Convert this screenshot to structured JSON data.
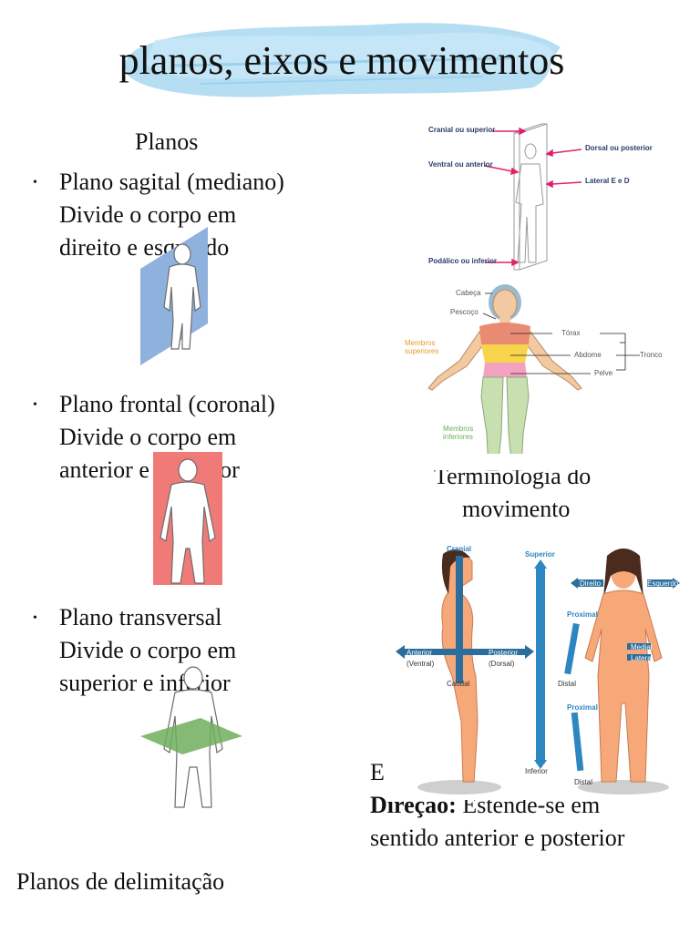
{
  "page": {
    "title": "planos, eixos e movimentos",
    "planes_heading": "Planos",
    "footer_label": "Planos de delimitação"
  },
  "planes": [
    {
      "bullet": "•",
      "name": "Plano sagital (mediano)",
      "line2": "Divide o corpo em",
      "line3": "direito e esquerdo",
      "color": "#8fb1de"
    },
    {
      "bullet": "•",
      "name": "Plano frontal (coronal)",
      "line2": "Divide o corpo em",
      "line3": "anterior e posterior",
      "color": "#f07a78"
    },
    {
      "bullet": "•",
      "name": "Plano transversal",
      "line2": "Divide o corpo em",
      "line3": "superior e inferior",
      "color": "#6fae5a"
    }
  ],
  "orientation_figure": {
    "labels": [
      "Cranial ou superior",
      "Ventral ou anterior",
      "Dorsal ou posterior",
      "Lateral E e D",
      "Podálico ou inferior"
    ],
    "arrow_color": "#e0206e"
  },
  "body_regions_figure": {
    "labels": {
      "head": "Cabeça",
      "neck": "Pescoço",
      "upper_limbs": "Membros superiores",
      "thorax": "Tórax",
      "abdomen": "Abdome",
      "trunk": "Tronco",
      "pelvis": "Pelve",
      "lower_limbs": "Membros inferiores"
    }
  },
  "terminology": {
    "heading_line1": "Terminologia do",
    "heading_line2": "movimento"
  },
  "direction_figure": {
    "labels": {
      "cranial": "Cranial",
      "caudal": "Caudal",
      "anterior": "Anterior",
      "ventral": "(Ventral)",
      "posterior": "Posterior",
      "dorsal": "(Dorsal)",
      "superior": "Superior",
      "inferior": "Inferior",
      "direito": "Direito",
      "esquerdo": "Esquerdo",
      "proximal_1": "Proximal",
      "distal_1": "Distal",
      "medial": "Medial",
      "lateral": "Lateral",
      "proximal_2": "Proximal",
      "distal_2": "Distal"
    }
  },
  "axis_text": {
    "line1_start": "E",
    "line2_bold": "Direção:",
    "line2_rest": " Estende-se em",
    "line3": "sentido anterior e posterior"
  }
}
